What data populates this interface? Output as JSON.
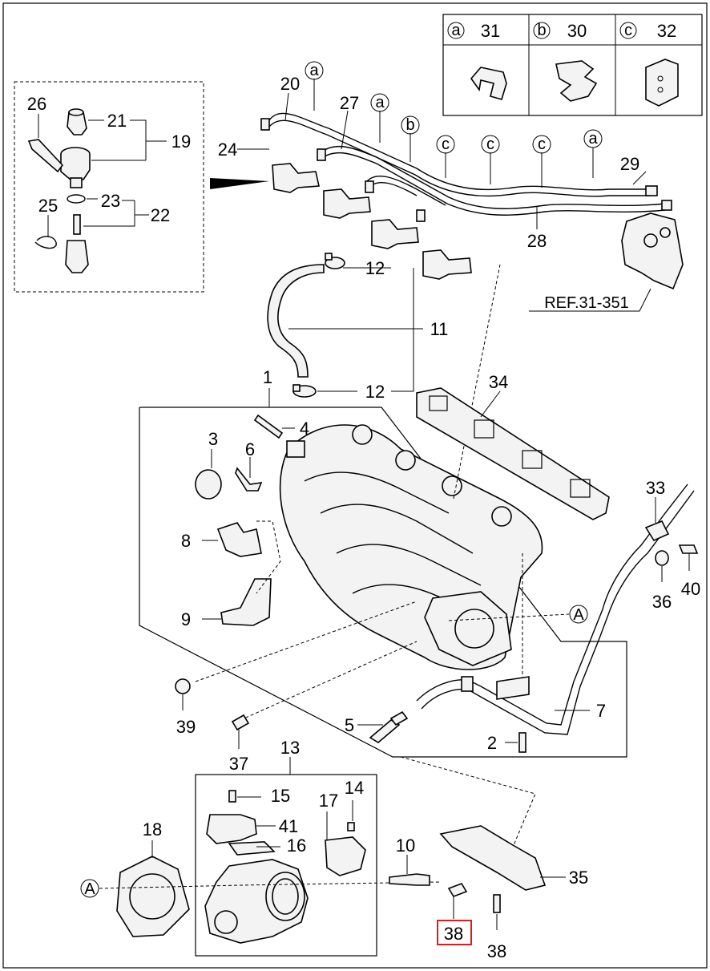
{
  "legend": [
    {
      "letter": "a",
      "part": "31"
    },
    {
      "letter": "b",
      "part": "30"
    },
    {
      "letter": "c",
      "part": "32"
    }
  ],
  "labels": {
    "p1": "1",
    "p2": "2",
    "p3": "3",
    "p4": "4",
    "p5": "5",
    "p6": "6",
    "p7": "7",
    "p8": "8",
    "p9": "9",
    "p10": "10",
    "p11": "11",
    "p12a": "12",
    "p12b": "12",
    "p13": "13",
    "p14": "14",
    "p15": "15",
    "p16": "16",
    "p17": "17",
    "p18": "18",
    "p19": "19",
    "p20": "20",
    "p21": "21",
    "p22": "22",
    "p23": "23",
    "p24": "24",
    "p25": "25",
    "p26": "26",
    "p27": "27",
    "p28": "28",
    "p29": "29",
    "p33": "33",
    "p34": "34",
    "p35": "35",
    "p36": "36",
    "p37": "37",
    "p38a": "38",
    "p38b": "38",
    "p39": "39",
    "p40": "40",
    "p41": "41"
  },
  "clip_callouts": {
    "c1": "a",
    "c2": "a",
    "c3": "b",
    "c4": "c",
    "c5": "c",
    "c6": "c",
    "c7": "a"
  },
  "ref_label": "REF.31-351",
  "ref_marks": {
    "m1": "A",
    "m2": "A"
  },
  "highlight_color": "#d42020"
}
